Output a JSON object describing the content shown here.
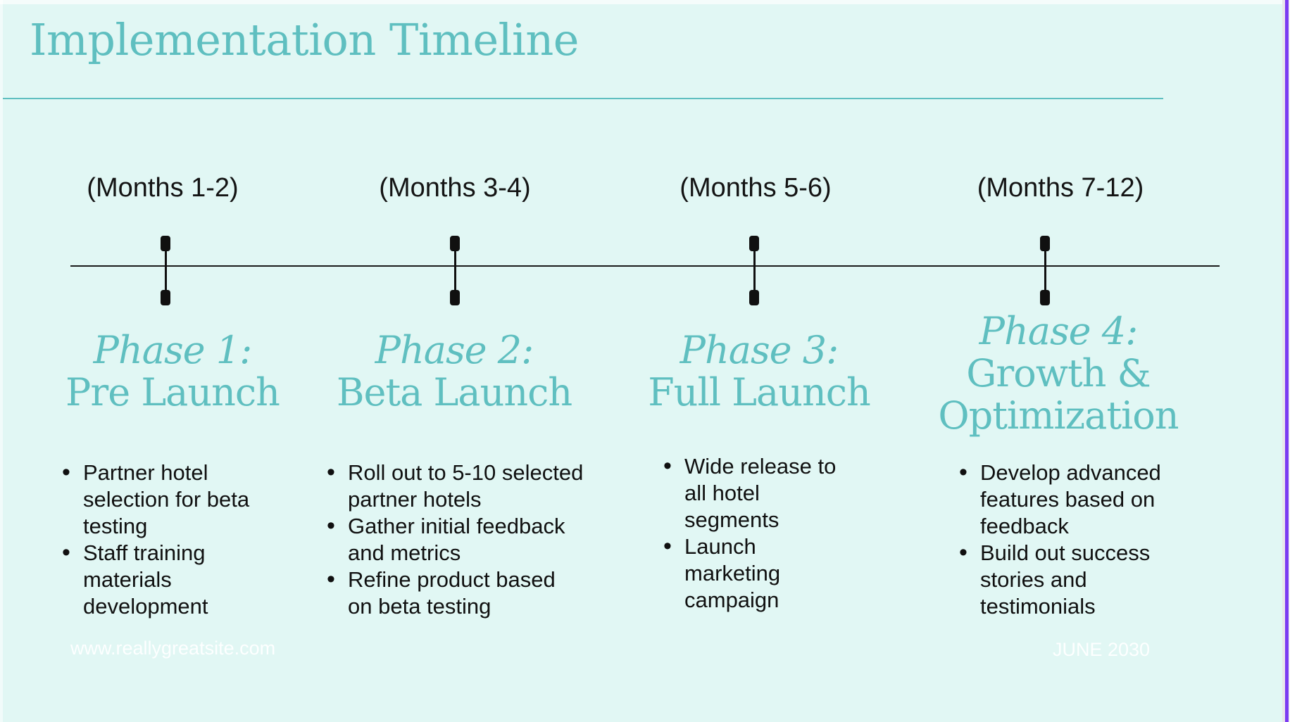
{
  "title": "Implementation Timeline",
  "phases": [
    {
      "months": "(Months 1-2)",
      "heading": [
        "Phase 1:",
        "Pre Launch"
      ],
      "bullets": [
        "Partner hotel selection for beta testing",
        "Staff training materials development"
      ]
    },
    {
      "months": "(Months 3-4)",
      "heading": [
        "Phase 2:",
        "Beta Launch"
      ],
      "bullets": [
        "Roll out to 5-10 selected partner hotels",
        "Gather initial feedback and metrics",
        "Refine product based on beta testing"
      ]
    },
    {
      "months": "(Months 5-6)",
      "heading": [
        "Phase 3:",
        "Full Launch"
      ],
      "bullets": [
        "Wide release to all hotel segments",
        "Launch marketing campaign"
      ]
    },
    {
      "months": "(Months 7-12)",
      "heading": [
        "Phase 4:",
        "Growth &",
        "Optimization"
      ],
      "bullets": [
        "Develop advanced features based on feedback",
        "Build out success stories and testimonials"
      ]
    }
  ],
  "footer": {
    "website": "www.reallygreatsite.com",
    "date": "JUNE 2030"
  },
  "colors": {
    "background": "#e1f7f4",
    "accent_teal": "#5fbfc0",
    "text_black": "#101010",
    "footer_white": "#f4fdfc",
    "edge_purple": "#7b3af2",
    "edge_gray": "#e9e5ec"
  }
}
